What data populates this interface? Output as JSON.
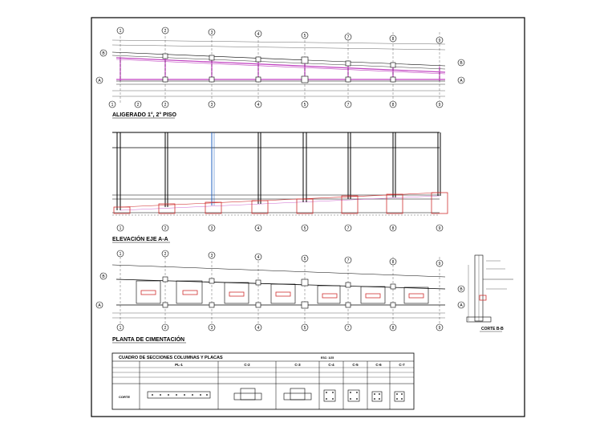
{
  "axes": {
    "numbers": [
      "1",
      "2",
      "3",
      "4",
      "5",
      "6",
      "7",
      "8",
      "9"
    ],
    "letters": [
      "A",
      "B"
    ]
  },
  "views": {
    "plan_title": "ALIGERADO 1°, 2° PISO",
    "elevation_title": "ELEVACIÓN EJE A-A",
    "foundation_title": "PLANTA DE CIMENTACIÓN",
    "section_title": "CORTE B-B"
  },
  "table": {
    "title": "CUADRO DE SECCIONES  COLUMNAS Y PLACAS",
    "scale": "ESC: 1/25",
    "columns": [
      "PL-1",
      "C-2",
      "C-3",
      "C-4",
      "C-5",
      "C-6",
      "C-7"
    ],
    "row_label": "CORTE"
  },
  "colors": {
    "magenta": "#c040c0",
    "red": "#d03030",
    "blue": "#2060c0",
    "line": "#000000"
  }
}
